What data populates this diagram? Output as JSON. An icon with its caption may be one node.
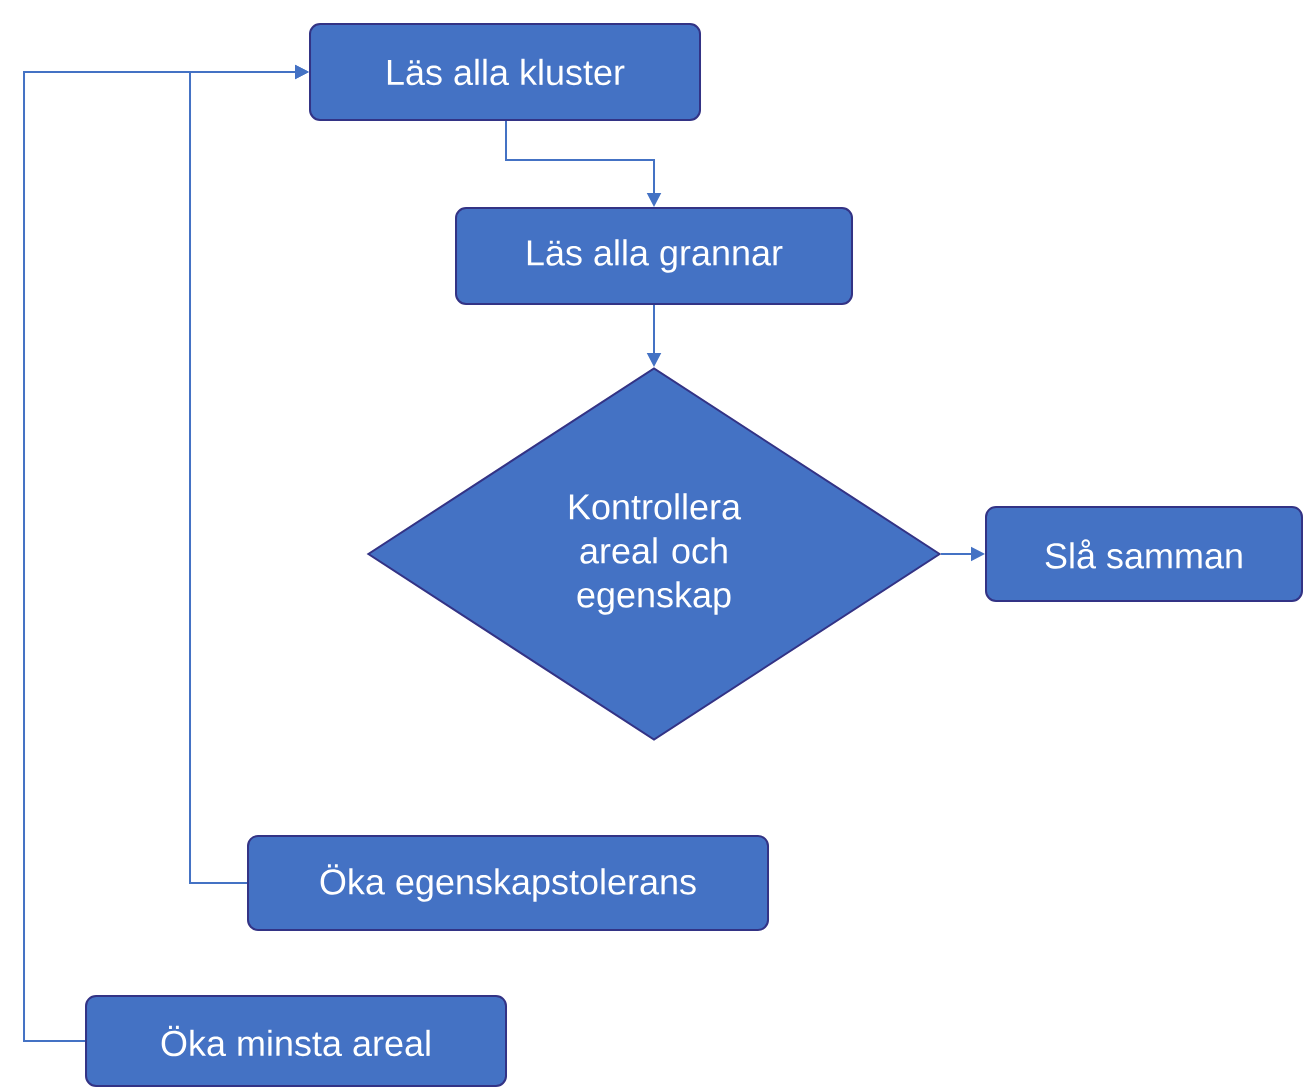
{
  "diagram": {
    "nodes": [
      {
        "text": [
          "Läs alla kluster"
        ]
      },
      {
        "text": [
          "Läs alla grannar"
        ]
      },
      {
        "text": [
          "Kontrollera areal och egenskap"
        ]
      },
      {
        "text": [
          "Slå samman"
        ]
      },
      {
        "text": [
          "Öka egenskapstolerans"
        ]
      },
      {
        "text": [
          "Öka minsta areal"
        ]
      }
    ],
    "edges": [
      {
        "from": 0,
        "to": 1,
        "arrow": "to"
      },
      {
        "from": 1,
        "to": 2,
        "arrow": "to"
      },
      {
        "from": 2,
        "to": 3,
        "arrow": "to"
      },
      {
        "from": 4,
        "to": 0,
        "arrow": "to"
      },
      {
        "from": 5,
        "to": 0,
        "arrow": "to"
      }
    ]
  }
}
